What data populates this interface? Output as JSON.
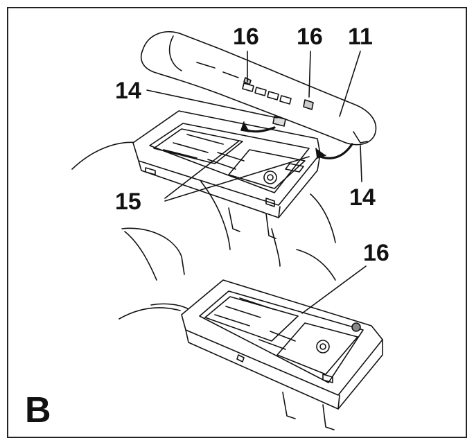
{
  "figure": {
    "panel_label": "B",
    "callouts": {
      "top_left_16": "16",
      "top_right_16": "16",
      "part_11": "11",
      "left_14": "14",
      "right_14": "14",
      "part_15": "15",
      "bottom_16": "16"
    },
    "line_color": "#111111",
    "background_color": "#ffffff"
  }
}
